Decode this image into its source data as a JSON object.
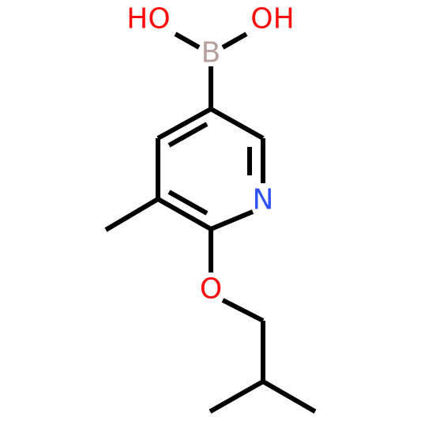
{
  "molecule": {
    "atoms": {
      "ho_left": {
        "label": "HO",
        "color": "#ff0d0d"
      },
      "oh_right": {
        "label": "OH",
        "color": "#ff0d0d"
      },
      "boron": {
        "label": "B",
        "color": "#b5a09f"
      },
      "nitrogen": {
        "label": "N",
        "color": "#3050f8"
      },
      "oxygen": {
        "label": "O",
        "color": "#ff0d0d"
      }
    },
    "bond_color": "#000000",
    "background": "#ffffff"
  }
}
